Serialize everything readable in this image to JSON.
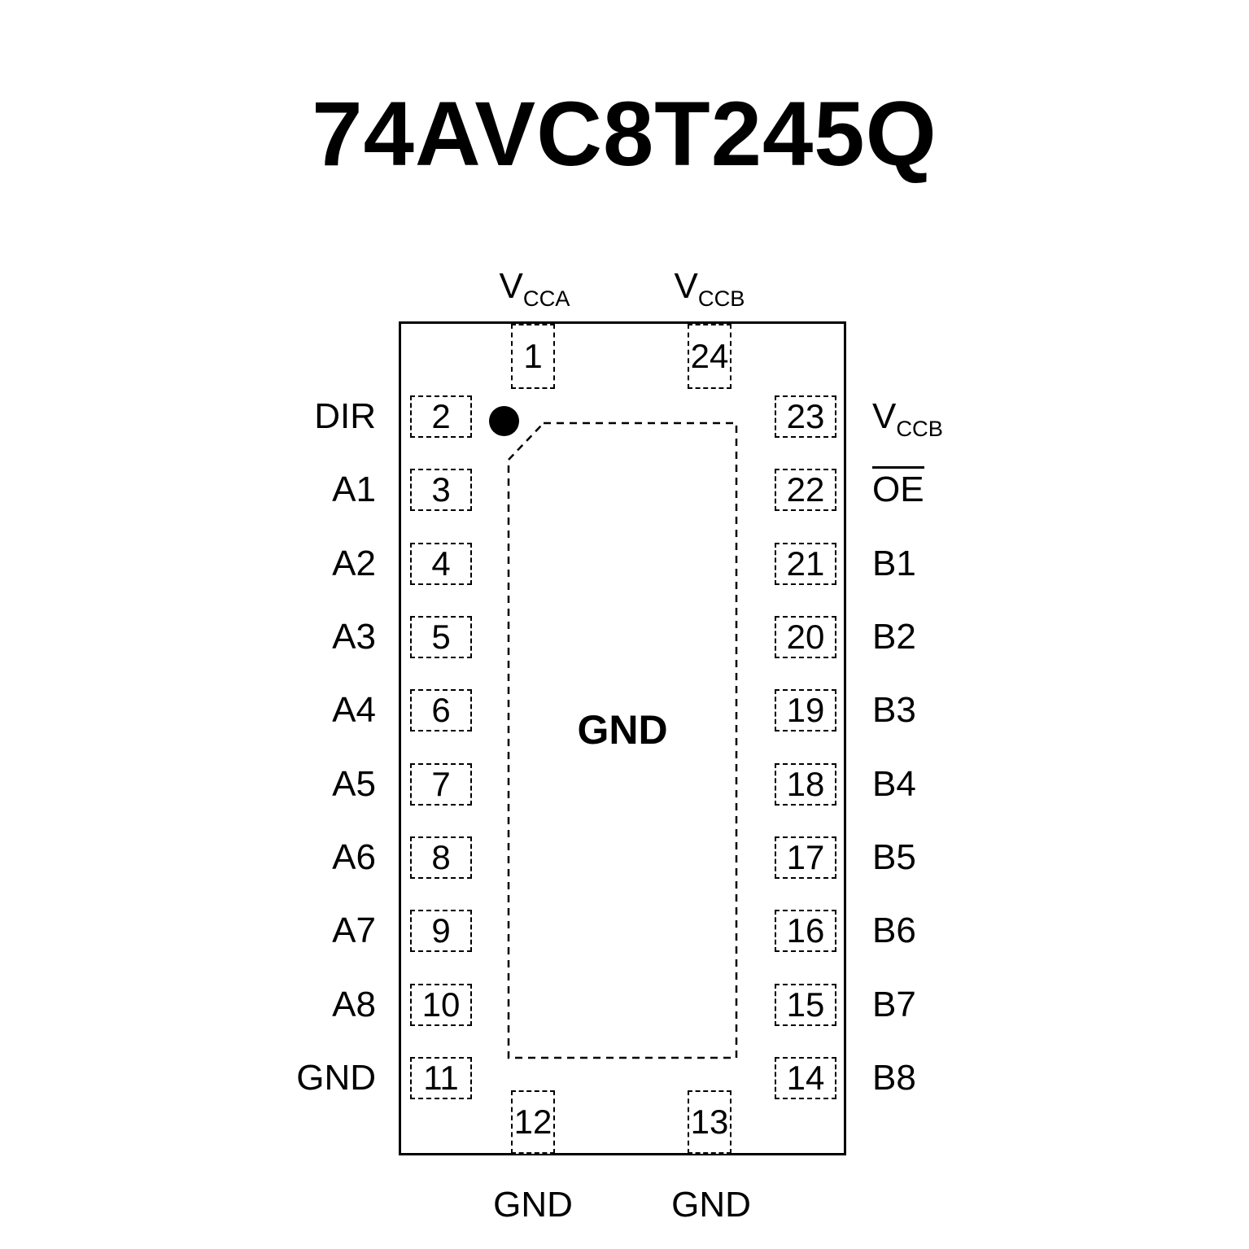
{
  "title": "74AVC8T245Q",
  "chip": {
    "center_label": "GND",
    "top_pins": [
      {
        "num": "1",
        "label_main": "V",
        "label_sub": "CCA"
      },
      {
        "num": "24",
        "label_main": "V",
        "label_sub": "CCB"
      }
    ],
    "bottom_pins": [
      {
        "num": "12",
        "label": "GND"
      },
      {
        "num": "13",
        "label": "GND"
      }
    ],
    "left_pins": [
      {
        "num": "2",
        "label": "DIR"
      },
      {
        "num": "3",
        "label": "A1"
      },
      {
        "num": "4",
        "label": "A2"
      },
      {
        "num": "5",
        "label": "A3"
      },
      {
        "num": "6",
        "label": "A4"
      },
      {
        "num": "7",
        "label": "A5"
      },
      {
        "num": "8",
        "label": "A6"
      },
      {
        "num": "9",
        "label": "A7"
      },
      {
        "num": "10",
        "label": "A8"
      },
      {
        "num": "11",
        "label": "GND"
      }
    ],
    "right_pins": [
      {
        "num": "23",
        "label_main": "V",
        "label_sub": "CCB"
      },
      {
        "num": "22",
        "label": "OE",
        "overline": true
      },
      {
        "num": "21",
        "label": "B1"
      },
      {
        "num": "20",
        "label": "B2"
      },
      {
        "num": "19",
        "label": "B3"
      },
      {
        "num": "18",
        "label": "B4"
      },
      {
        "num": "17",
        "label": "B5"
      },
      {
        "num": "16",
        "label": "B6"
      },
      {
        "num": "15",
        "label": "B7"
      },
      {
        "num": "14",
        "label": "B8"
      }
    ]
  }
}
